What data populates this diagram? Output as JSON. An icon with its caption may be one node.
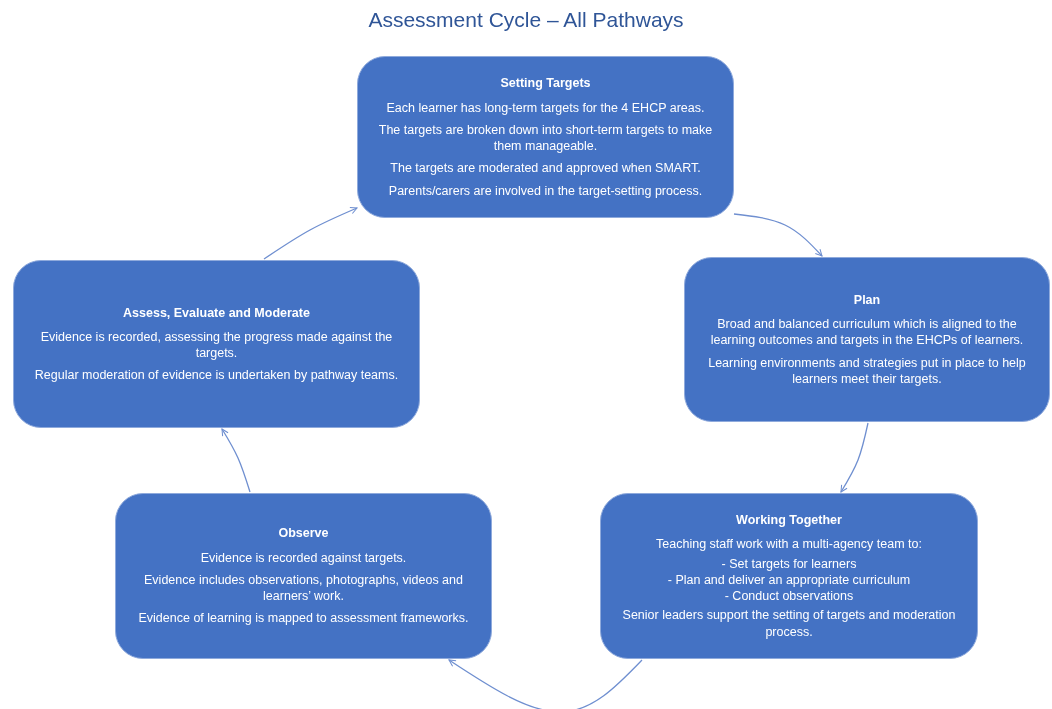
{
  "diagram": {
    "title": "Assessment Cycle – All Pathways",
    "nodes": [
      {
        "text": [
          "Setting Targets",
          "Each learner has long-term targets for the 4 EHCP areas.",
          "The targets are broken down into short-term targets to make them manageable.",
          "The targets are moderated and approved when SMART.",
          "Parents/carers are involved in the target-setting process."
        ]
      },
      {
        "text": [
          "Assess, Evaluate and Moderate",
          "Evidence is recorded, assessing the progress made against the targets.",
          "Regular moderation of evidence is undertaken by pathway teams."
        ]
      },
      {
        "text": [
          "Plan",
          "Broad and balanced curriculum which is aligned to the learning outcomes and targets in the EHCPs of learners.",
          "Learning environments and strategies put in place to help learners meet their targets."
        ]
      },
      {
        "text": [
          "Observe",
          "Evidence is recorded against targets.",
          "Evidence includes observations, photographs, videos and learners’ work.",
          "Evidence of learning is mapped to assessment frameworks."
        ]
      },
      {
        "text": [
          "Working Together",
          "Teaching staff work with a multi-agency team to:",
          "- Set targets for learners",
          "- Plan and deliver an appropriate curriculum",
          "- Conduct observations",
          "Senior leaders support the setting of targets and moderation process."
        ]
      }
    ],
    "edges": [
      {
        "from": 0,
        "to": 2,
        "arrow": "to"
      },
      {
        "from": 2,
        "to": 4,
        "arrow": "to"
      },
      {
        "from": 4,
        "to": 3,
        "arrow": "to"
      },
      {
        "from": 3,
        "to": 1,
        "arrow": "to"
      },
      {
        "from": 1,
        "to": 0,
        "arrow": "to"
      }
    ]
  }
}
